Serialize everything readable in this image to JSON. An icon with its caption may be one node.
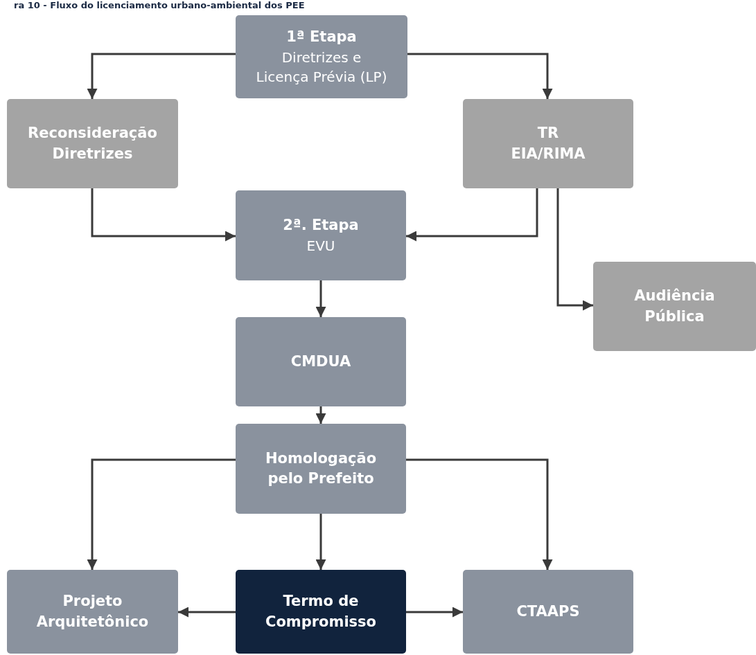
{
  "diagram": {
    "title": "ra 10 - Fluxo do licenciamento urbano-ambiental dos PEE",
    "nodes": [
      {
        "text": [
          "1ª Etapa",
          "Diretrizes e Licença Prévia (LP)"
        ]
      },
      {
        "text": [
          "Reconsideração Diretrizes"
        ]
      },
      {
        "text": [
          "TR EIA/RIMA"
        ]
      },
      {
        "text": [
          "2ª. Etapa",
          "EVU"
        ]
      },
      {
        "text": [
          "Audiência Pública"
        ]
      },
      {
        "text": [
          "CMDUA"
        ]
      },
      {
        "text": [
          "Homologação pelo Prefeito"
        ]
      },
      {
        "text": [
          "Projeto Arquitetônico"
        ]
      },
      {
        "text": [
          "Termo de Compromisso"
        ]
      },
      {
        "text": [
          "CTAAPS"
        ]
      }
    ],
    "edges": [
      {
        "from": 0,
        "to": 1,
        "arrow": "to"
      },
      {
        "from": 0,
        "to": 2,
        "arrow": "to"
      },
      {
        "from": 1,
        "to": 3,
        "arrow": "to"
      },
      {
        "from": 2,
        "to": 3,
        "arrow": "to"
      },
      {
        "from": 2,
        "to": 4,
        "arrow": "to"
      },
      {
        "from": 3,
        "to": 5,
        "arrow": "to"
      },
      {
        "from": 5,
        "to": 6,
        "arrow": "to"
      },
      {
        "from": 6,
        "to": 7,
        "arrow": "to"
      },
      {
        "from": 6,
        "to": 8,
        "arrow": "to"
      },
      {
        "from": 6,
        "to": 9,
        "arrow": "to"
      },
      {
        "from": 8,
        "to": 7,
        "arrow": "to"
      },
      {
        "from": 8,
        "to": 9,
        "arrow": "to"
      }
    ]
  }
}
